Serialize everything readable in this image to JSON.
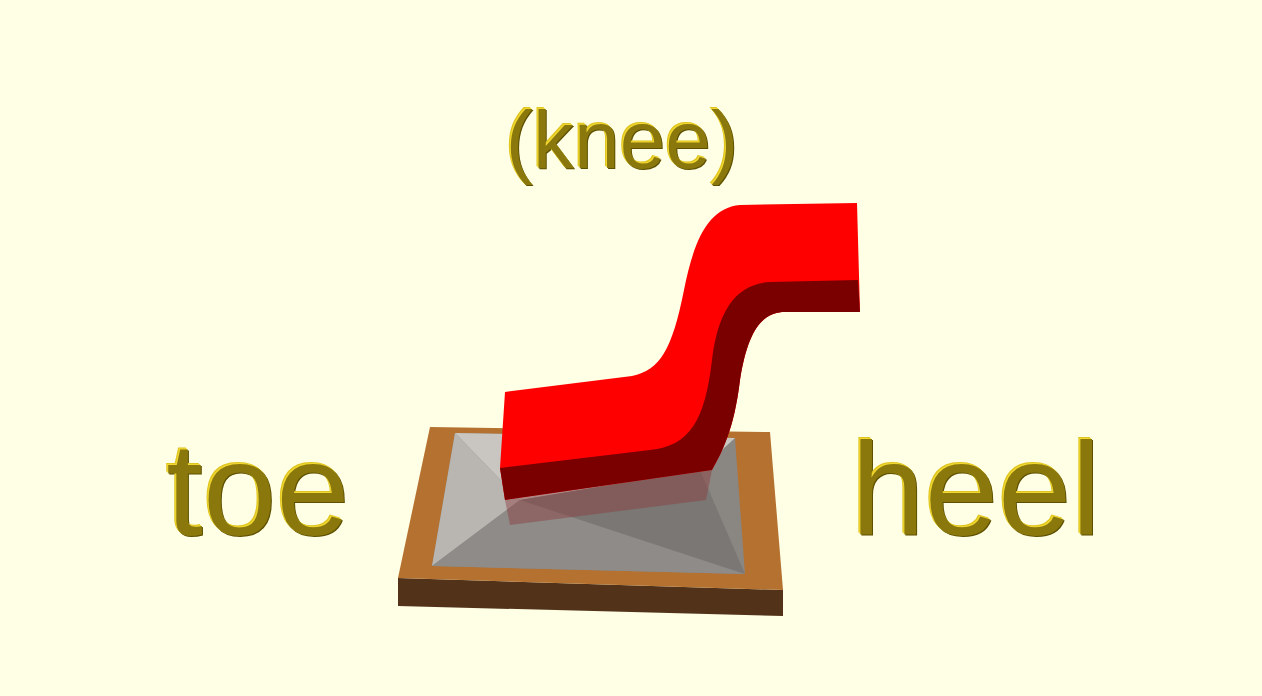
{
  "diagram": {
    "labels": [
      "(knee)",
      "toe",
      "heel"
    ]
  }
}
